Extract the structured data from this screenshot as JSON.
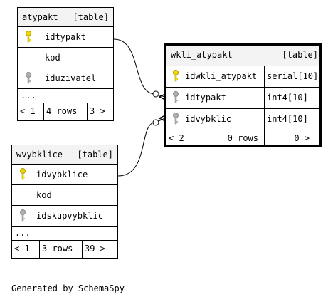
{
  "tables": {
    "atypakt": {
      "name": "atypakt",
      "kind": "[table]",
      "columns": [
        {
          "name": "idtypakt",
          "key": "primary"
        },
        {
          "name": "kod",
          "key": "none"
        },
        {
          "name": "iduzivatel",
          "key": "foreign"
        }
      ],
      "more": "...",
      "footer": {
        "left": "< 1",
        "mid": "4 rows",
        "right": "3 >"
      }
    },
    "wvybklice": {
      "name": "wvybklice",
      "kind": "[table]",
      "columns": [
        {
          "name": "idvybklice",
          "key": "primary"
        },
        {
          "name": "kod",
          "key": "none"
        },
        {
          "name": "idskupvybklic",
          "key": "foreign"
        }
      ],
      "more": "...",
      "footer": {
        "left": "< 1",
        "mid": "3 rows",
        "right": "39 >"
      }
    },
    "wkli_atypakt": {
      "name": "wkli_atypakt",
      "kind": "[table]",
      "columns": [
        {
          "name": "idwkli_atypakt",
          "type": "serial[10]",
          "key": "primary"
        },
        {
          "name": "idtypakt",
          "type": "int4[10]",
          "key": "foreign"
        },
        {
          "name": "idvybklic",
          "type": "int4[10]",
          "key": "foreign"
        }
      ],
      "footer": {
        "left": "< 2",
        "mid": "0 rows",
        "right": "0 >"
      }
    }
  },
  "colors": {
    "primary_key": "#f0d800",
    "foreign_key": "#b0b0b0",
    "header_bg": "#f3f3f3"
  },
  "generated_by": "Generated by SchemaSpy"
}
